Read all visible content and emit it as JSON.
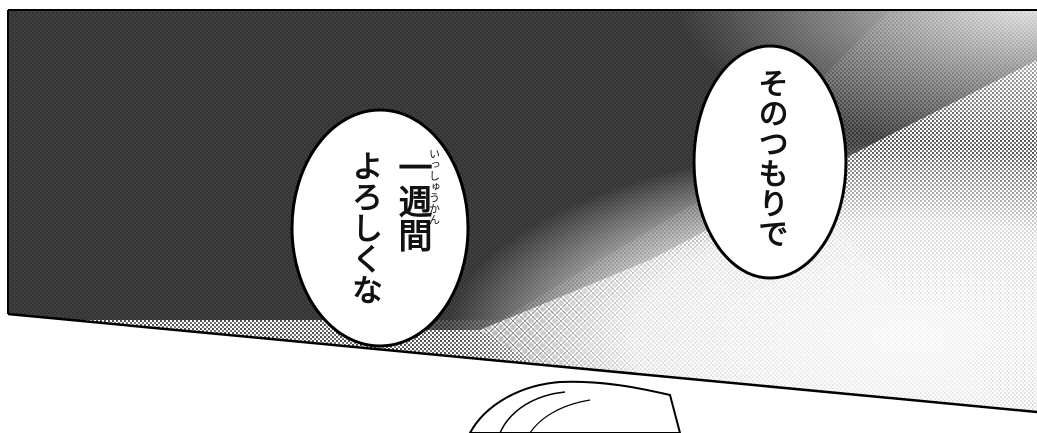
{
  "bubbles": {
    "left": {
      "line1_base": "一週間",
      "line1_ruby": "いっしゅうかん",
      "line2": "よろしくな"
    },
    "right": {
      "line1": "そのつもりで"
    }
  }
}
